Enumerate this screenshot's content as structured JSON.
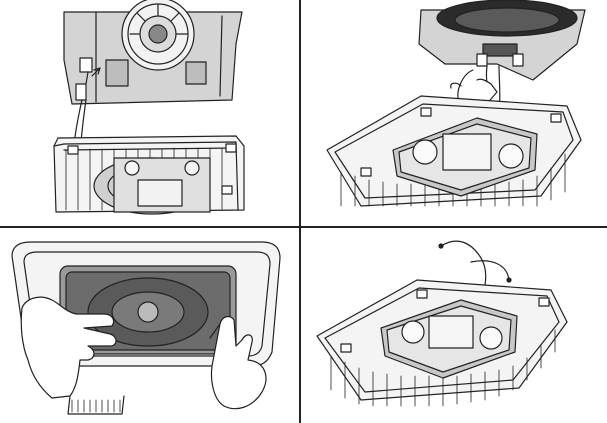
{
  "figure": {
    "panels": [
      {
        "id": "step-1"
      },
      {
        "id": "step-2"
      },
      {
        "id": "step-3"
      },
      {
        "id": "step-4"
      }
    ]
  }
}
